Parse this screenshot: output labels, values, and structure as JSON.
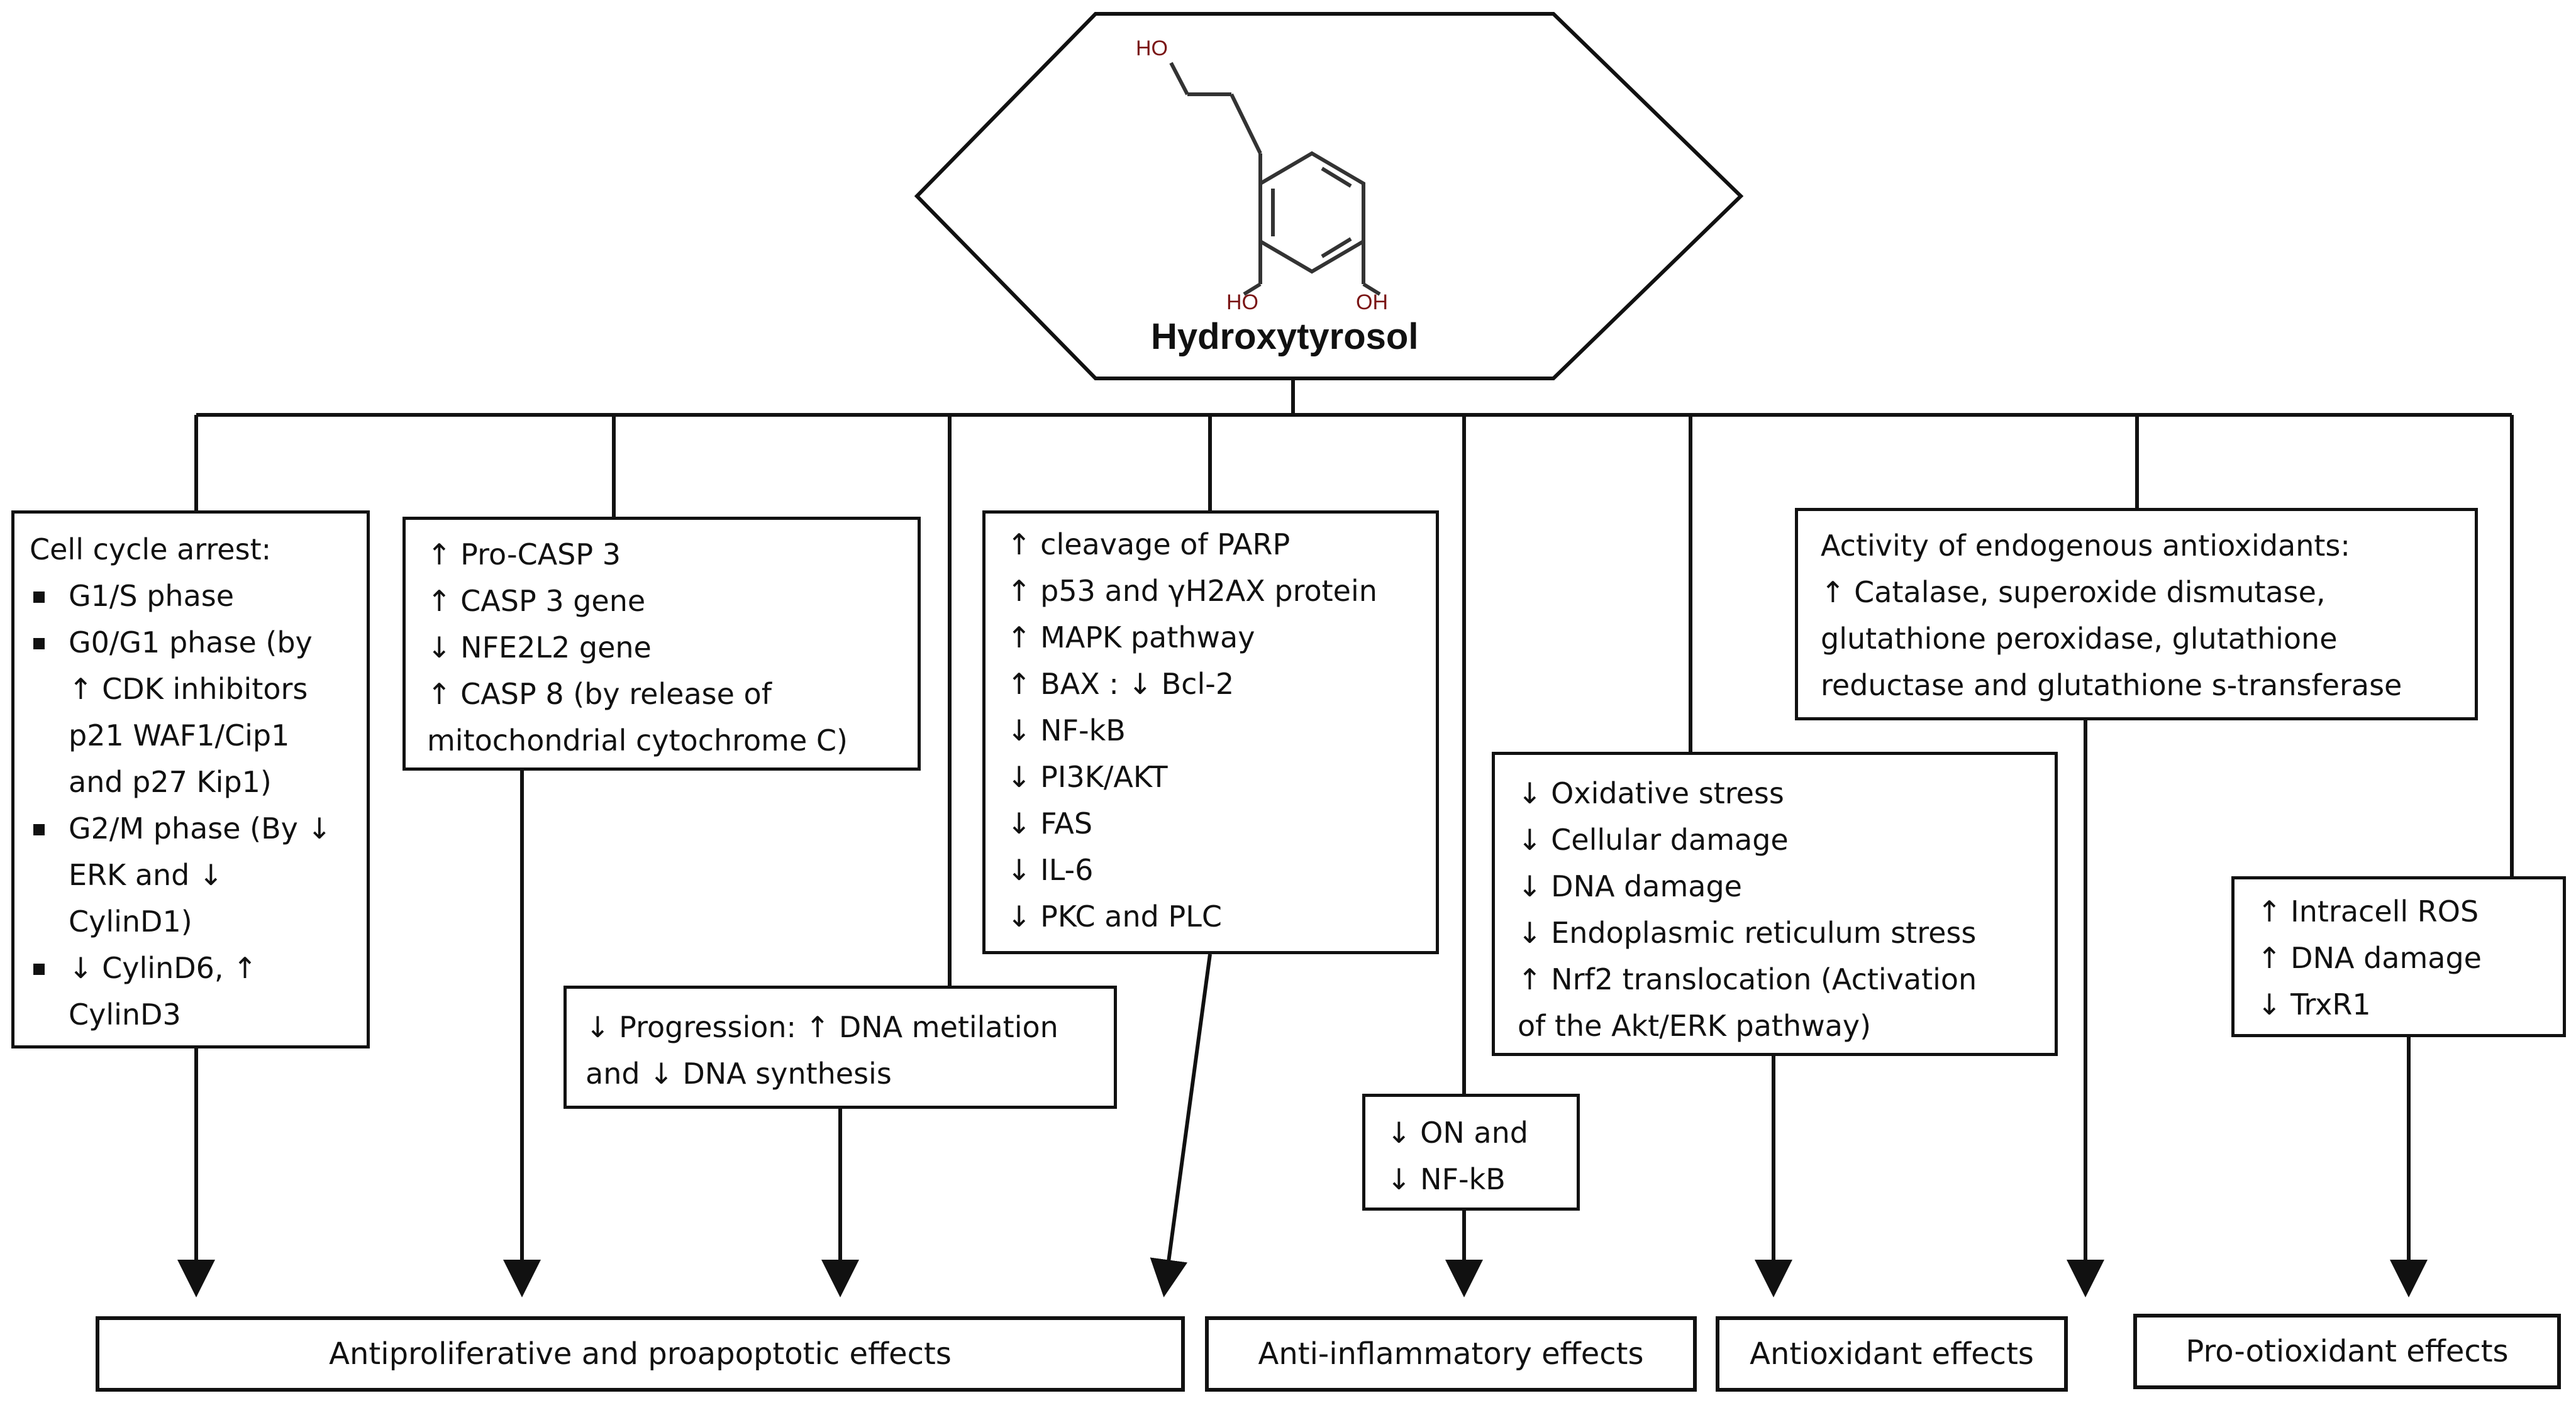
{
  "compound": {
    "name": "Hydroxytyrosol",
    "atom_labels": [
      "HO",
      "HO",
      "OH"
    ]
  },
  "mechanisms": [
    {
      "id": "cell-cycle",
      "title": "Cell cycle arrest:",
      "bullets": [
        [
          "G1/S phase"
        ],
        [
          "G0/G1 phase (by",
          "↑ CDK inhibitors",
          "p21 WAF1/Cip1",
          "and p27 Kip1)"
        ],
        [
          "G2/M phase (By ↓",
          "ERK and ↓",
          "CylinD1)"
        ],
        [
          "↓  CylinD6, ↑",
          " CylinD3"
        ]
      ]
    },
    {
      "id": "caspase",
      "lines": [
        "↑ Pro-CASP 3",
        "↑ CASP 3 gene",
        "↓ NFE2L2 gene",
        "↑ CASP 8 (by release of",
        "mitochondrial cytochrome C)"
      ]
    },
    {
      "id": "progression",
      "lines": [
        "↓ Progression:  ↑ DNA metilation",
        "and ↓ DNA synthesis"
      ]
    },
    {
      "id": "parp",
      "lines": [
        "↑ cleavage of PARP",
        "↑ p53 and γH2AX protein",
        "↑ MAPK pathway",
        "↑ BAX : ↓ Bcl-2",
        "↓ NF-kB",
        "↓ PI3K/AKT",
        "↓ FAS",
        "↓ IL-6",
        "↓ PKC and PLC"
      ]
    },
    {
      "id": "inflammation",
      "lines": [
        "↓ ON and",
        "↓ NF-kB"
      ]
    },
    {
      "id": "oxidative",
      "lines": [
        "↓ Oxidative stress",
        "↓ Cellular damage",
        "↓ DNA damage",
        "↓ Endoplasmic reticulum stress",
        "↑ Nrf2 translocation (Activation",
        "of the Akt/ERK pathway)"
      ]
    },
    {
      "id": "endogenous",
      "lines": [
        "Activity of endogenous antioxidants:",
        "↑ Catalase, superoxide dismutase,",
        "glutathione peroxidase, glutathione",
        "reductase and glutathione s-transferase"
      ]
    },
    {
      "id": "ros",
      "lines": [
        "↑ Intracell ROS",
        "↑ DNA damage",
        "↓ TrxR1"
      ]
    }
  ],
  "outcomes": [
    "Antiproliferative and proapoptotic effects",
    "Anti-inflammatory effects",
    "Antioxidant effects",
    "Pro-otioxidant effects"
  ]
}
